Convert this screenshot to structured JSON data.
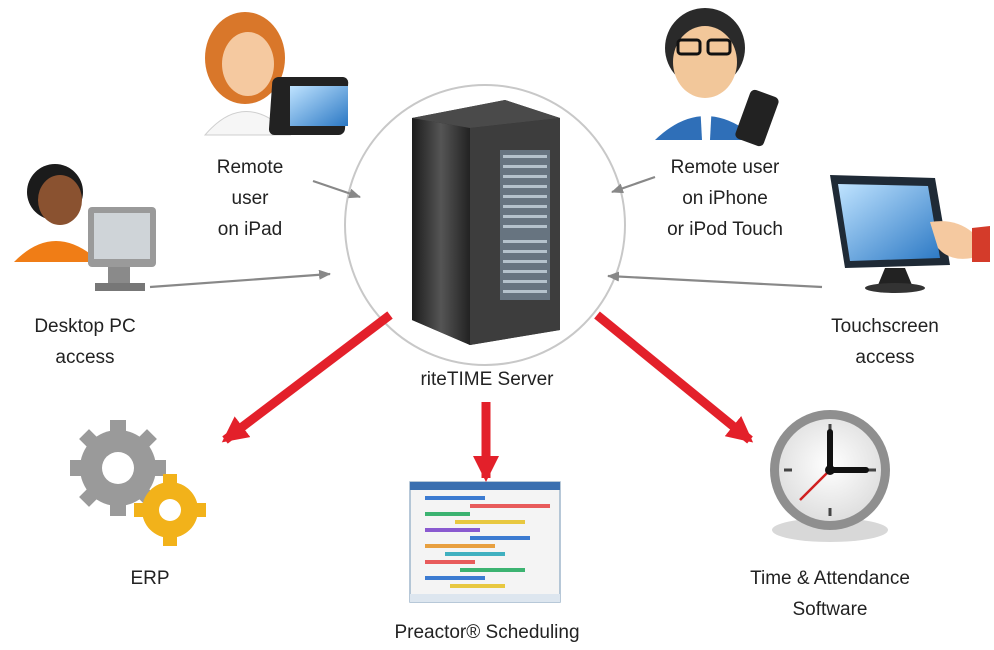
{
  "diagram": {
    "center": {
      "label": "riteTIME Server"
    },
    "inputs": [
      {
        "id": "ipad",
        "label": "Remote\nuser\non iPad"
      },
      {
        "id": "iphone",
        "label": "Remote user\non iPhone\nor iPod Touch"
      },
      {
        "id": "desktop",
        "label": "Desktop PC\naccess"
      },
      {
        "id": "touchscreen",
        "label": "Touchscreen\naccess"
      }
    ],
    "outputs": [
      {
        "id": "erp",
        "label": "ERP"
      },
      {
        "id": "preactor",
        "label": "Preactor®  Scheduling"
      },
      {
        "id": "time",
        "label": "Time & Attendance\nSoftware"
      }
    ]
  },
  "colors": {
    "output_arrow": "#e3202a",
    "input_arrow": "#888888",
    "circle": "#c8c8c8",
    "gear_gray": "#9a9a9a",
    "gear_yellow": "#f2b21a",
    "skin": "#f5c9a0",
    "dark_skin": "#8a5230",
    "hair_orange": "#d9772a",
    "shirt_blue": "#2f6fb8"
  }
}
